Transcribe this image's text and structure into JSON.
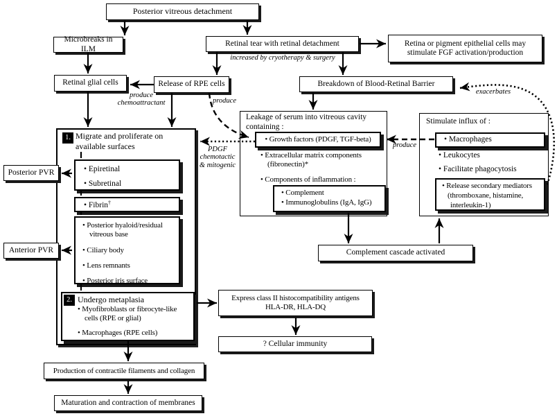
{
  "flow": {
    "pvd": "Posterior vitreous detachment",
    "microbreaks": "Microbreaks in ILM",
    "retinal_tear": "Retinal tear with retinal detachment",
    "fgf_l1": "Retina or pigment epithelial cells may",
    "fgf_l2": "stimulate FGF activation/production",
    "retinal_glial": "Retinal glial cells",
    "release_rpe": "Release of RPE cells",
    "breakdown": "Breakdown of Blood-Retinal Barrier",
    "posterior_pvr": "Posterior PVR",
    "anterior_pvr": "Anterior PVR",
    "complement_cascade": "Complement cascade activated",
    "express_l1": "Express class II histocompatibility antigens",
    "express_l2": "HLA-DR, HLA-DQ",
    "cellular_immunity": "? Cellular immunity",
    "production": "Production of contractile filaments and collagen",
    "maturation": "Maturation and contraction of membranes"
  },
  "leakage": {
    "title_l1": "Leakage of serum into vitreous cavity",
    "title_l2": "containing :",
    "growth_factors": "• Growth factors (PDGF, TGF-beta)",
    "ecm_l1": "• Extracellular matrix components",
    "ecm_l2": "(fibronectin)*",
    "inflammation": "• Components of inflammation :",
    "complement": "• Complement",
    "immunoglobulins": "• Immunoglobulins (IgA, IgG)"
  },
  "stimulate": {
    "title": "Stimulate influx of :",
    "macrophages": "• Macrophages",
    "leukocytes": "• Leukocytes",
    "phagocytosis": "• Facilitate phagocytosis",
    "mediators_l1": "• Release secondary mediators",
    "mediators_l2": "(thromboxane, histamine,",
    "mediators_l3": "interleukin-1)"
  },
  "step1": {
    "num": "1.",
    "title_l1": "Migrate and proliferate on",
    "title_l2": "available surfaces",
    "epiretinal": "• Epiretinal",
    "subretinal": "• Subretinal",
    "fibrin": "• Fibrin",
    "fibrin_sup": "†",
    "hyaloid_l1": "• Posterior hyaloid/residual",
    "hyaloid_l2": "vitreous base",
    "ciliary": "• Ciliary body",
    "lens": "• Lens remnants",
    "iris": "• Posterior iris surface"
  },
  "step2": {
    "num": "2.",
    "title": "Undergo metaplasia",
    "myofibroblasts_l1": "• Myofibroblasts or fibrocyte-like",
    "myofibroblasts_l2": "cells (RPE or glial)",
    "macrophages": "• Macrophages (RPE cells)"
  },
  "edge_labels": {
    "increased": "increased by cryotherapy & surgery",
    "produce_chemo_l1": "produce",
    "produce_chemo_l2": "chemoattractant",
    "produce_serum": "produce",
    "produce_growth": "produce",
    "exacerbates": "exacerbates",
    "pdgf_l1": "PDGF",
    "pdgf_l2": "chemotactic",
    "pdgf_l3": "& mitogenic"
  },
  "colors": {
    "ink": "#000000",
    "paper": "#ffffff",
    "shadow": "#1a1a1a"
  }
}
